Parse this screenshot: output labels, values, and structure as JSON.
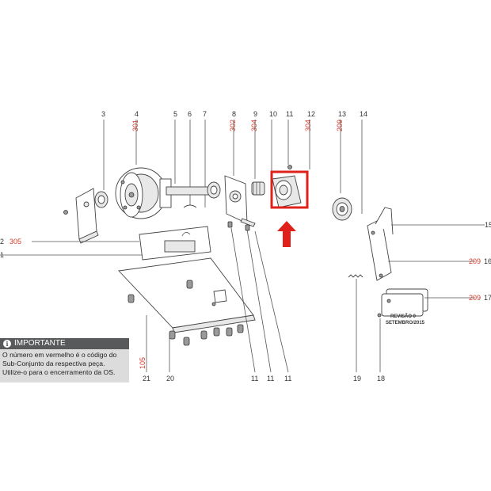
{
  "numbers": {
    "n3": "3",
    "n4": "4",
    "n5": "5",
    "n6": "6",
    "n7": "7",
    "n8": "8",
    "n9": "9",
    "n10": "10",
    "n11_top": "11",
    "n12": "12",
    "n13": "13",
    "n14": "14",
    "n15": "15",
    "n16": "16",
    "n17": "17",
    "n2": "2",
    "n1": "1",
    "n11_b1": "11",
    "n11_b2": "11",
    "n11_b3": "11",
    "n18": "18",
    "n19": "19",
    "n20": "20",
    "n21": "21"
  },
  "codes": {
    "c301": "301",
    "c302": "302",
    "c304_a": "304",
    "c304_b": "304",
    "c209_top": "209",
    "c305": "305",
    "c209_16": "209",
    "c209_17": "209",
    "c105": "105"
  },
  "revision": {
    "line1": "REVISÃO 0",
    "line2": "SETEMBRO/2015"
  },
  "important": {
    "title": "IMPORTANTE",
    "icon": "i",
    "lines": [
      "O número em vermelho é o código do",
      "Sub-Conjunto da respectiva peça.",
      "Utilize-o para o encerramento da OS."
    ]
  },
  "highlight": {
    "box_color": "#e0201a",
    "arrow_color": "#e0201a"
  }
}
